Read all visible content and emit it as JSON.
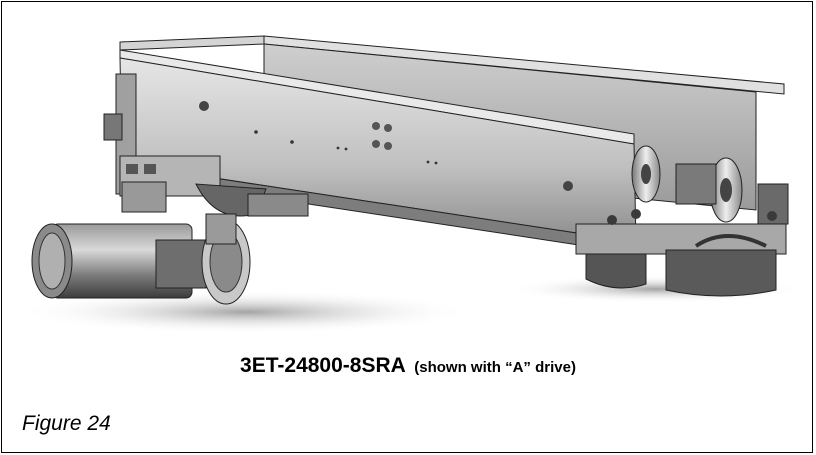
{
  "drawing": {
    "part_number": "3ET-24800-8SRA",
    "caption_note": "(shown with “A” drive)",
    "figure_label": "Figure 24",
    "colors": {
      "steel_light": "#d9d9d9",
      "steel_mid": "#a6a6a6",
      "steel_dark": "#555555",
      "edge": "#1a1a1a",
      "shadow": "#bdbdbd"
    }
  }
}
